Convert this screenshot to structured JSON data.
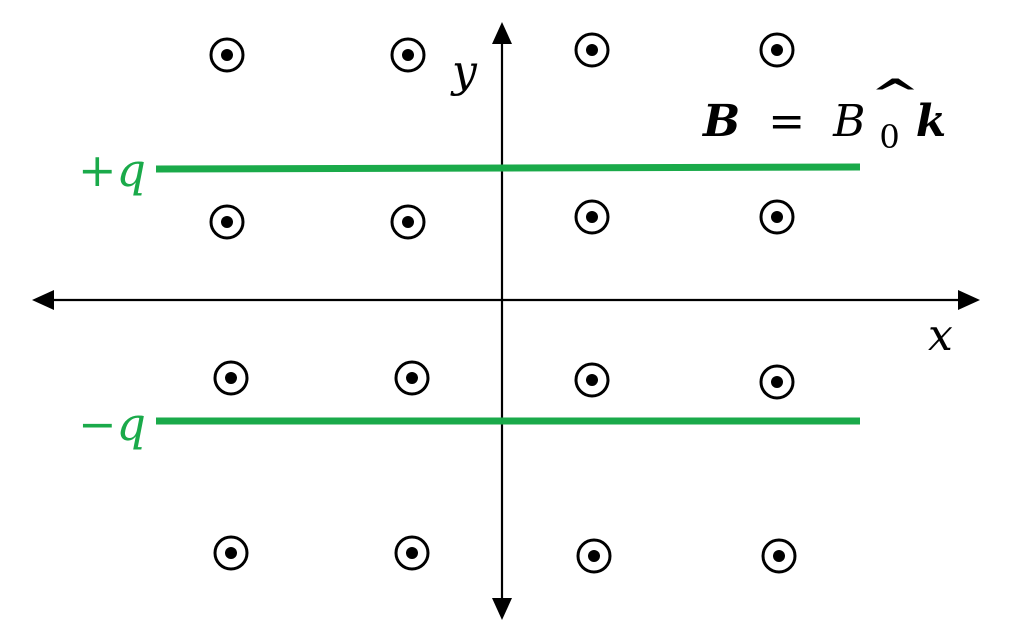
{
  "axes": {
    "x_label": "x",
    "y_label": "y"
  },
  "wires": [
    {
      "charge_label": "+q",
      "position": "upper"
    },
    {
      "charge_label": "−q",
      "position": "lower"
    }
  ],
  "field": {
    "symbol": "B",
    "equals": "=",
    "magnitude": "B",
    "subscript": "0",
    "unit_vector": "k",
    "hat": "^",
    "direction": "out-of-page",
    "marker_symbol": "dot-in-circle",
    "rows": 4,
    "columns": 4
  },
  "colors": {
    "wire": "#1aaa4a",
    "axis": "#000000",
    "marker": "#000000"
  }
}
